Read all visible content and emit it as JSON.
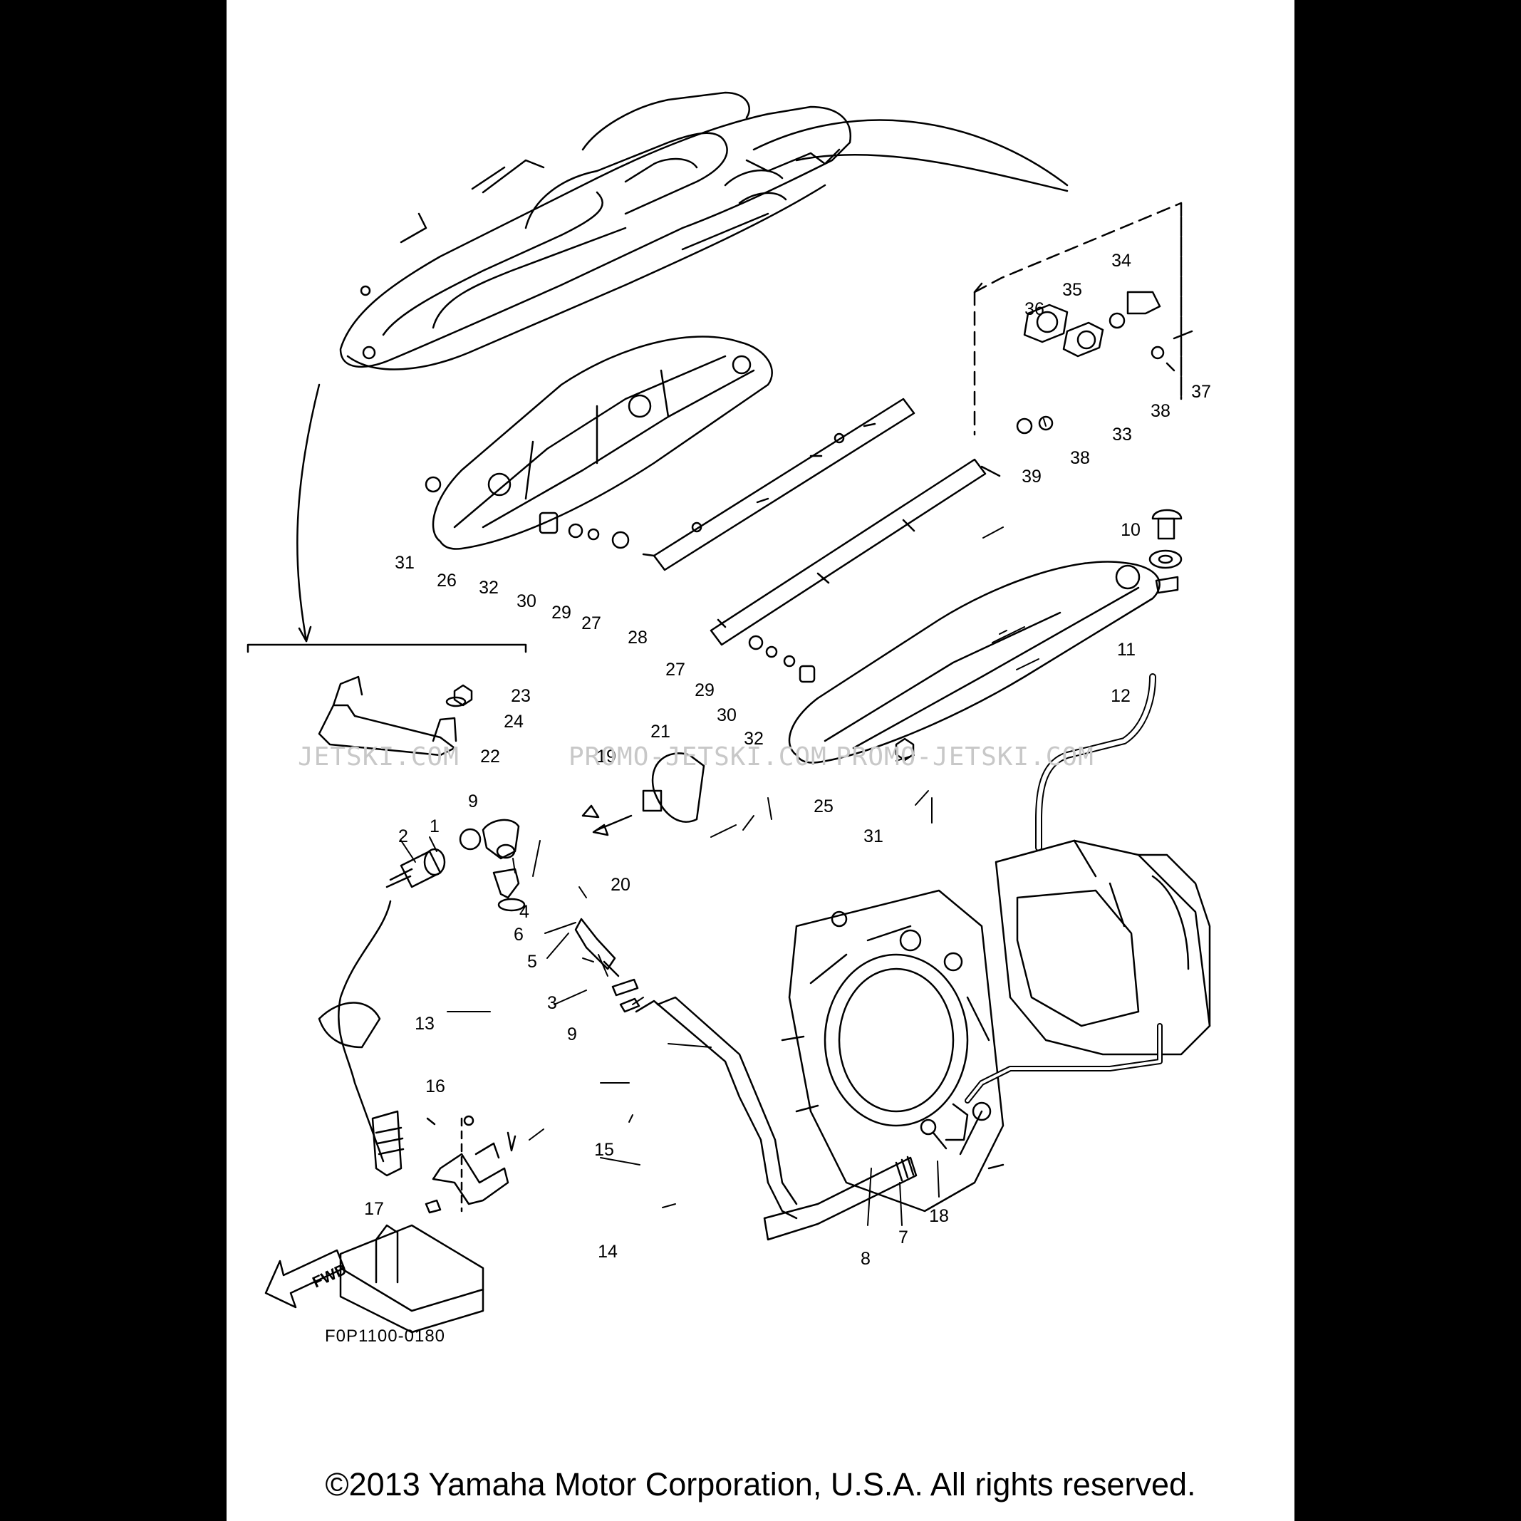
{
  "figure": {
    "drawing_number": "F0P1100-0180",
    "copyright": "©2013 Yamaha Motor Corporation, U.S.A. All rights reserved.",
    "fwd_label": "FWD",
    "watermarks": [
      "JETSKI.COM",
      "PROMO-JETSKI.COM",
      "PROMO-JETSKI.COM"
    ]
  },
  "callouts": [
    "1",
    "2",
    "3",
    "4",
    "5",
    "6",
    "7",
    "8",
    "9",
    "9",
    "10",
    "11",
    "12",
    "13",
    "14",
    "15",
    "16",
    "17",
    "18",
    "19",
    "20",
    "21",
    "22",
    "23",
    "24",
    "25",
    "26",
    "27",
    "27",
    "28",
    "29",
    "29",
    "30",
    "30",
    "31",
    "31",
    "32",
    "32",
    "33",
    "34",
    "35",
    "36",
    "37",
    "38",
    "38",
    "39"
  ],
  "colors": {
    "background": "#000000",
    "sheet": "#ffffff",
    "ink": "#000000",
    "watermark": "#c8c8c8"
  }
}
